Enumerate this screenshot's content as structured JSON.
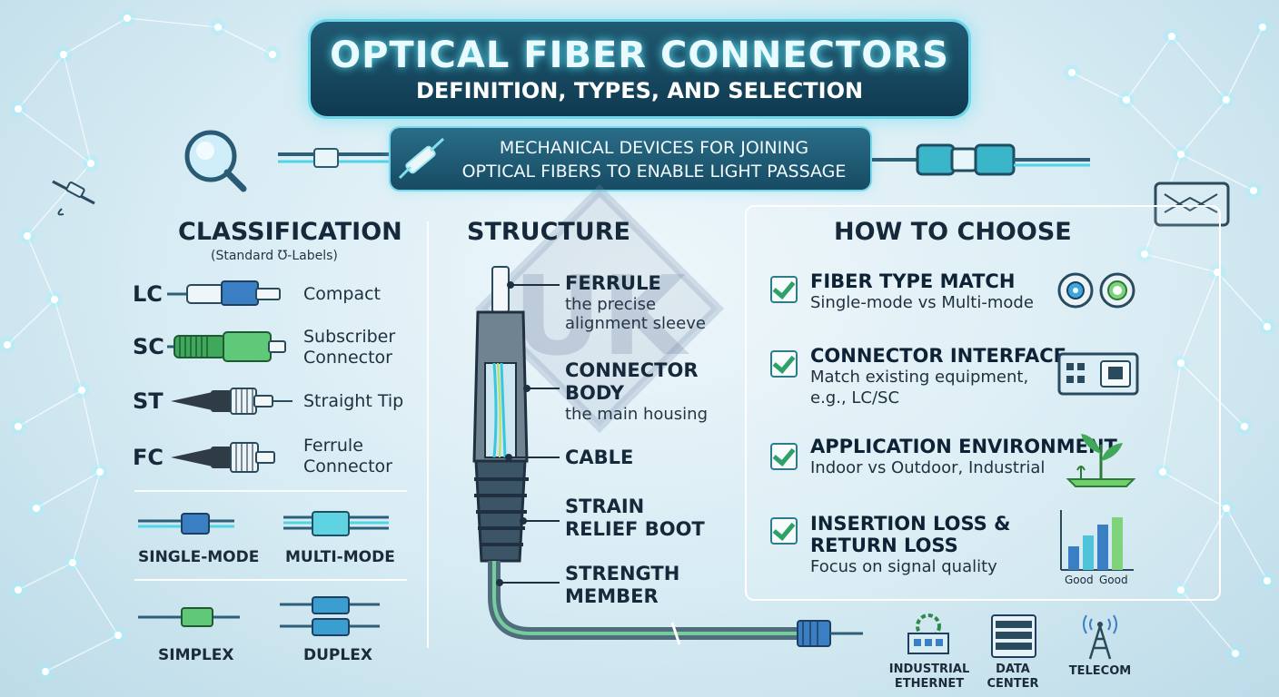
{
  "title": {
    "main": "OPTICAL FIBER CONNECTORS",
    "subtitle": "DEFINITION, TYPES, AND SELECTION"
  },
  "definition": {
    "line1": "MECHANICAL DEVICES FOR JOINING",
    "line2": "OPTICAL FIBERS TO ENABLE LIGHT PASSAGE"
  },
  "classification": {
    "heading": "CLASSIFICATION",
    "note": "(Standard Ʊ-Labels)",
    "connectors": [
      {
        "code": "LC",
        "desc1": "Compact",
        "desc2": "",
        "color": "#3a7fc4"
      },
      {
        "code": "SC",
        "desc1": "Subscriber",
        "desc2": "Connector",
        "color": "#3fa85a"
      },
      {
        "code": "ST",
        "desc1": "Straight Tip",
        "desc2": "",
        "color": "#2f3b45"
      },
      {
        "code": "FC",
        "desc1": "Ferrule",
        "desc2": "Connector",
        "color": "#2f3b45"
      }
    ],
    "modes": [
      "SINGLE-MODE",
      "MULTI-MODE"
    ],
    "plex": [
      "SIMPLEX",
      "DUPLEX"
    ]
  },
  "structure": {
    "heading": "STRUCTURE",
    "parts": [
      {
        "name1": "FERRULE",
        "name2": "",
        "desc1": "the precise",
        "desc2": "alignment sleeve"
      },
      {
        "name1": "CONNECTOR",
        "name2": "BODY",
        "desc1": "the main housing",
        "desc2": ""
      },
      {
        "name1": "CABLE",
        "name2": "",
        "desc1": "",
        "desc2": ""
      },
      {
        "name1": "STRAIN",
        "name2": "RELIEF BOOT",
        "desc1": "",
        "desc2": ""
      },
      {
        "name1": "STRENGTH",
        "name2": "MEMBER",
        "desc1": "",
        "desc2": ""
      }
    ]
  },
  "choose": {
    "heading": "HOW TO CHOOSE",
    "items": [
      {
        "title1": "FIBER TYPE MATCH",
        "title2": "",
        "desc1": "Single-mode vs Multi-mode",
        "desc2": "",
        "icon": "fiber-cross-section-icon"
      },
      {
        "title1": "CONNECTOR INTERFACE",
        "title2": "",
        "desc1": "Match existing equipment,",
        "desc2": "e.g., LC/SC",
        "icon": "equipment-panel-icon"
      },
      {
        "title1": "APPLICATION ENVIRONMENT",
        "title2": "",
        "desc1": "Indoor vs Outdoor, Industrial",
        "desc2": "",
        "icon": "plant-icon"
      },
      {
        "title1": "INSERTION LOSS &",
        "title2": "RETURN LOSS",
        "desc1": "Focus on signal quality",
        "desc2": "",
        "icon": "bar-chart-icon"
      }
    ],
    "chart_labels": [
      "Good",
      "Good"
    ]
  },
  "applications": [
    {
      "line1": "INDUSTRIAL",
      "line2": "ETHERNET",
      "icon": "factory-gear-icon"
    },
    {
      "line1": "DATA",
      "line2": "CENTER",
      "icon": "server-rack-icon"
    },
    {
      "line1": "TELECOM",
      "line2": "",
      "icon": "antenna-tower-icon"
    }
  ],
  "watermark": "UK",
  "colors": {
    "accent": "#5fe3f5",
    "title_bg": "#174b63",
    "check": "#2fa06a",
    "blue": "#3a7fc4"
  }
}
